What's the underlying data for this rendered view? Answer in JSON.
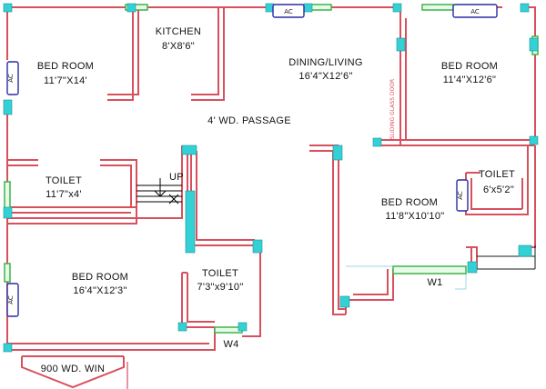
{
  "rooms": {
    "bed_room_1": {
      "name": "BED ROOM",
      "size": "11'7\"X14'"
    },
    "kitchen": {
      "name": "KITCHEN",
      "size": "8'X8'6\""
    },
    "dining_living": {
      "name": "DINING/LIVING",
      "size": "16'4\"X12'6\""
    },
    "bed_room_2": {
      "name": "BED ROOM",
      "size": "11'4\"X12'6\""
    },
    "passage": {
      "name": "4' WD. PASSAGE"
    },
    "toilet_1": {
      "name": "TOILET",
      "size": "11'7\"x4'"
    },
    "toilet_2": {
      "name": "TOILET",
      "size": "6'x5'2\""
    },
    "bed_room_3": {
      "name": "BED ROOM",
      "size": "11'8\"X10'10\""
    },
    "bed_room_4": {
      "name": "BED ROOM",
      "size": "16'4\"X12'3\""
    },
    "toilet_3": {
      "name": "TOILET",
      "size": "7'3\"x9'10\""
    }
  },
  "labels": {
    "ac": "AC",
    "up": "UP",
    "w1": "W1",
    "w4": "W4",
    "window_note": "900 WD. WIN",
    "sliding_door": "SLIDING GLASS DOOR"
  }
}
